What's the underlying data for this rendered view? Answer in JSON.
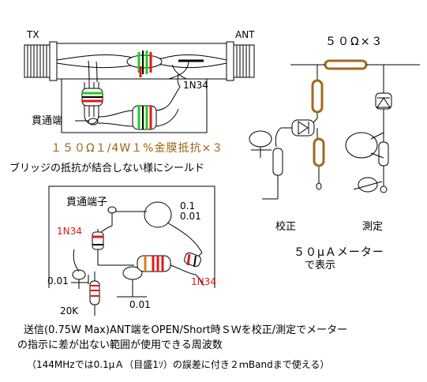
{
  "labels": {
    "tx": "TX",
    "ant": "ANT",
    "diode_top": "1N34",
    "feedthrough": "貫通端",
    "resistor_spec": "１５０Ω１/4W１%金膜抵抗×３",
    "shield_note": "ブリッジの抵抗が結合しない様にシールド",
    "r_series": "５０Ω×３",
    "calibrate": "校正",
    "measure": "測定",
    "meter": "５０μＡメーター",
    "meter_display": "で表示",
    "feedthrough_terminal": "貫通端子",
    "cap_01": "0.1",
    "cap_001_a": "0.01",
    "diode_left": "1N34",
    "diode_right": "1N34",
    "cap_001_b": "0.01",
    "cap_001_c": "0.01",
    "r_20k": "20K"
  },
  "notes": {
    "line1": "送信(0.75W Max)ANT端をOPEN/Short時ＳＷを校正/測定でメーター",
    "line2": "の指示に差が出ない範囲が使用できる周波数",
    "line3": "（144MHzでは0.1μＡ（目盛1ｿ）の誤差に付き２ｍBandまで使える）"
  },
  "colors": {
    "resistor_body": "#a06a1c",
    "band_green": "#1fcc1f",
    "band_red": "#e01818",
    "label_red": "#d81818",
    "label_brown": "#9a6414"
  }
}
